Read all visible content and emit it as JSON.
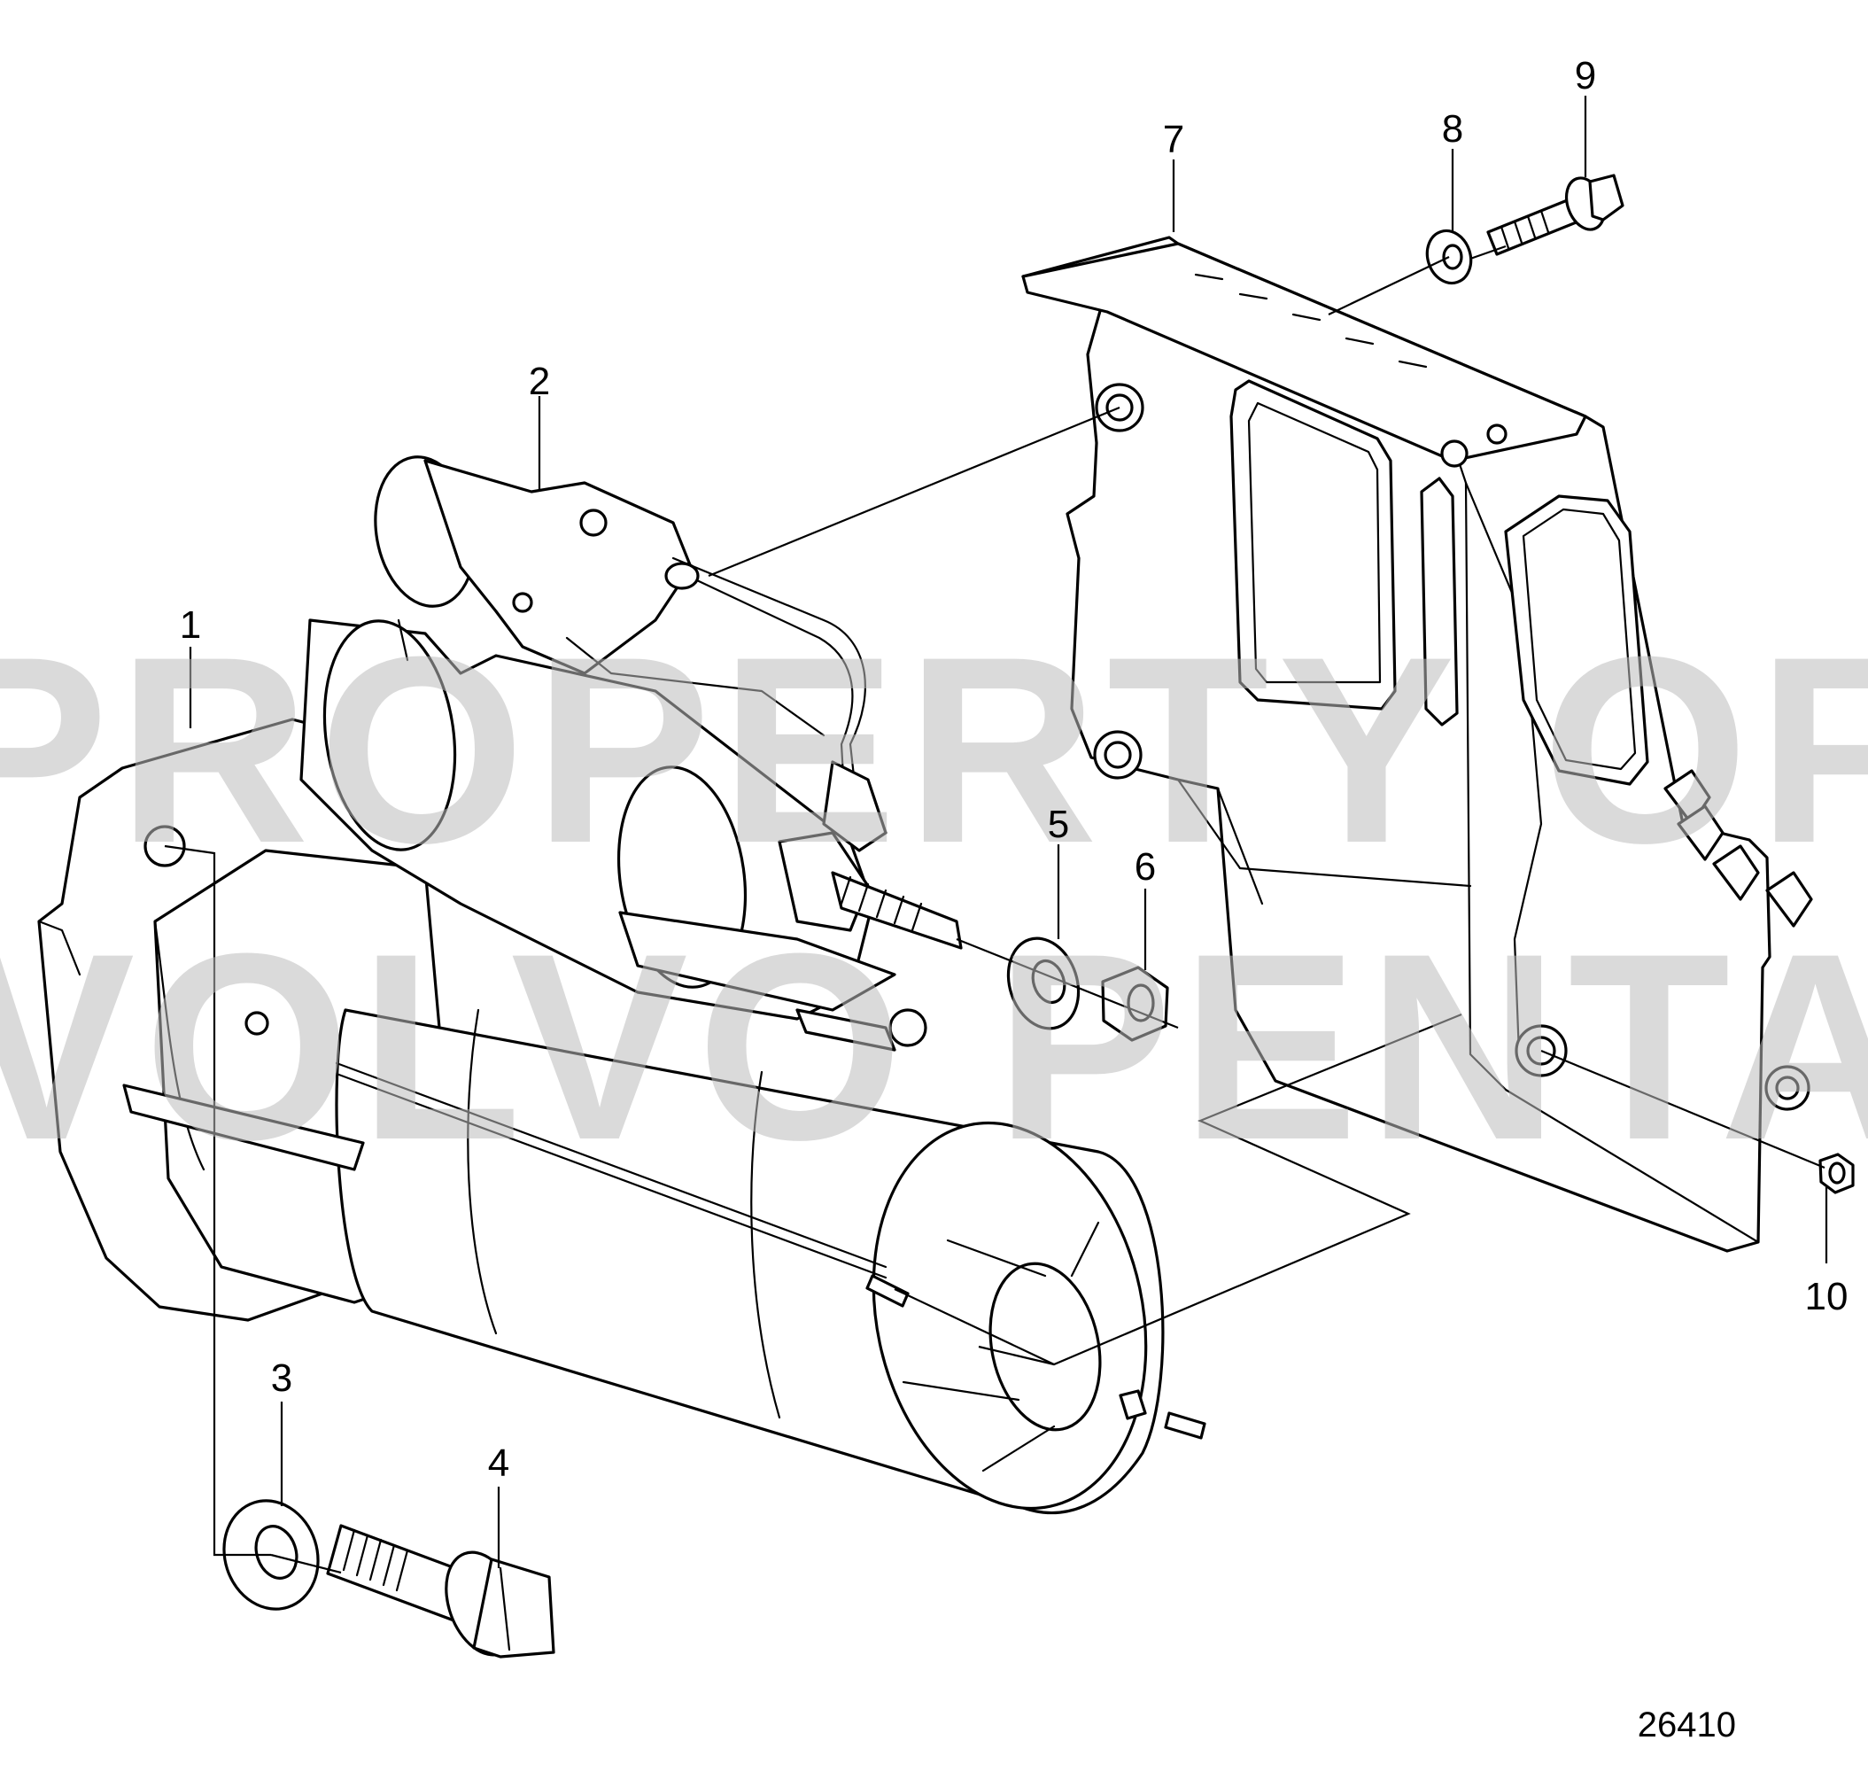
{
  "figure": {
    "reference_number": "26410",
    "watermark": [
      "PROPERTY OF",
      "VOLVO PENTA"
    ]
  },
  "callouts": [
    {
      "id": "1",
      "part": "starter-motor"
    },
    {
      "id": "2",
      "part": "solenoid"
    },
    {
      "id": "3",
      "part": "washer"
    },
    {
      "id": "4",
      "part": "flange-screw"
    },
    {
      "id": "5",
      "part": "washer"
    },
    {
      "id": "6",
      "part": "nut"
    },
    {
      "id": "7",
      "part": "bracket"
    },
    {
      "id": "8",
      "part": "washer"
    },
    {
      "id": "9",
      "part": "screw"
    },
    {
      "id": "10",
      "part": "nut"
    }
  ]
}
